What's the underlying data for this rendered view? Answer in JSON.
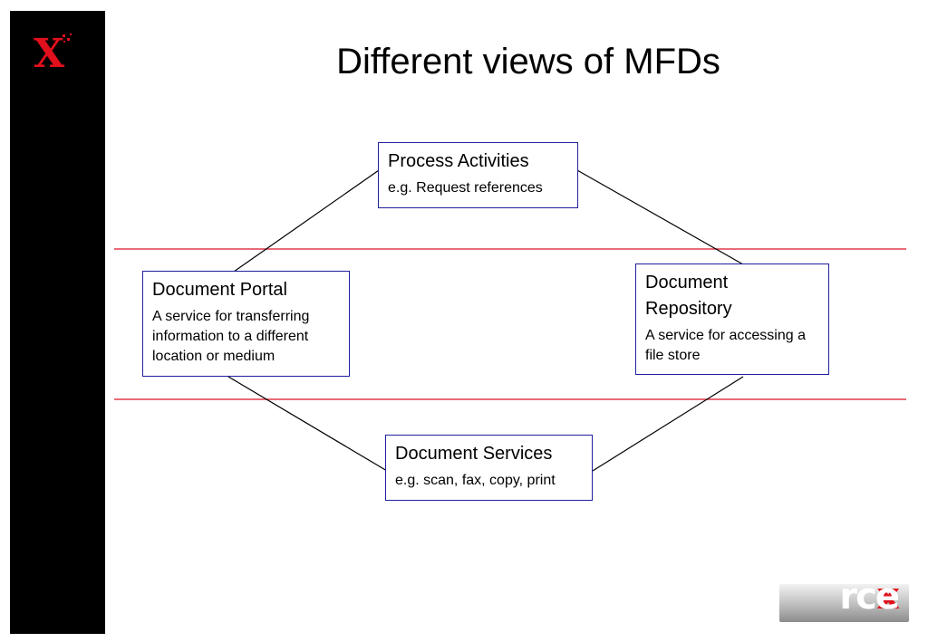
{
  "slide": {
    "title": "Different views of MFDs"
  },
  "logos": {
    "sidebar_logo_text": "X",
    "footer_logo_prefix": "x",
    "footer_logo_rest": "rce"
  },
  "colors": {
    "sidebar": "#000000",
    "node_border": "#1f1f9f",
    "divider": "#e0394a",
    "connector": "#000000",
    "brand_red": "#e0101c"
  },
  "nodes": {
    "process_activities": {
      "title": "Process Activities",
      "description": "e.g. Request references"
    },
    "document_portal": {
      "title": "Document Portal",
      "description": "A service for transferring information to a different location or medium"
    },
    "document_repository": {
      "title": "Document Repository",
      "description": "A service for accessing a file store"
    },
    "document_services": {
      "title": "Document Services",
      "description": "e.g. scan, fax, copy, print"
    }
  },
  "edges": [
    {
      "from": "process_activities",
      "to": "document_portal"
    },
    {
      "from": "process_activities",
      "to": "document_repository"
    },
    {
      "from": "document_portal",
      "to": "document_services"
    },
    {
      "from": "document_repository",
      "to": "document_services"
    }
  ]
}
